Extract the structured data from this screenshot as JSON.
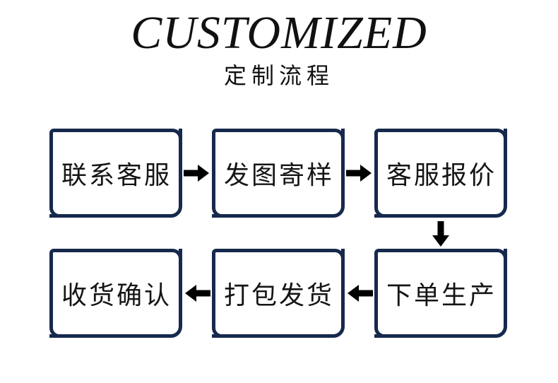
{
  "header": {
    "title": "CUSTOMIZED",
    "subtitle": "定制流程"
  },
  "flow": {
    "steps": [
      {
        "label": "联系客服"
      },
      {
        "label": "发图寄样"
      },
      {
        "label": "客服报价"
      },
      {
        "label": "收货确认"
      },
      {
        "label": "打包发货"
      },
      {
        "label": "下单生产"
      }
    ],
    "sequence": [
      "联系客服",
      "发图寄样",
      "客服报价",
      "下单生产",
      "打包发货",
      "收货确认"
    ],
    "arrows": [
      {
        "from": "联系客服",
        "to": "发图寄样",
        "direction": "right"
      },
      {
        "from": "发图寄样",
        "to": "客服报价",
        "direction": "right"
      },
      {
        "from": "客服报价",
        "to": "下单生产",
        "direction": "down"
      },
      {
        "from": "下单生产",
        "to": "打包发货",
        "direction": "left"
      },
      {
        "from": "打包发货",
        "to": "收货确认",
        "direction": "left"
      }
    ]
  },
  "colors": {
    "background": "#ffffff",
    "box_border": "#16294d",
    "arrow": "#000000",
    "text": "#151515",
    "title_text": "#111111"
  }
}
